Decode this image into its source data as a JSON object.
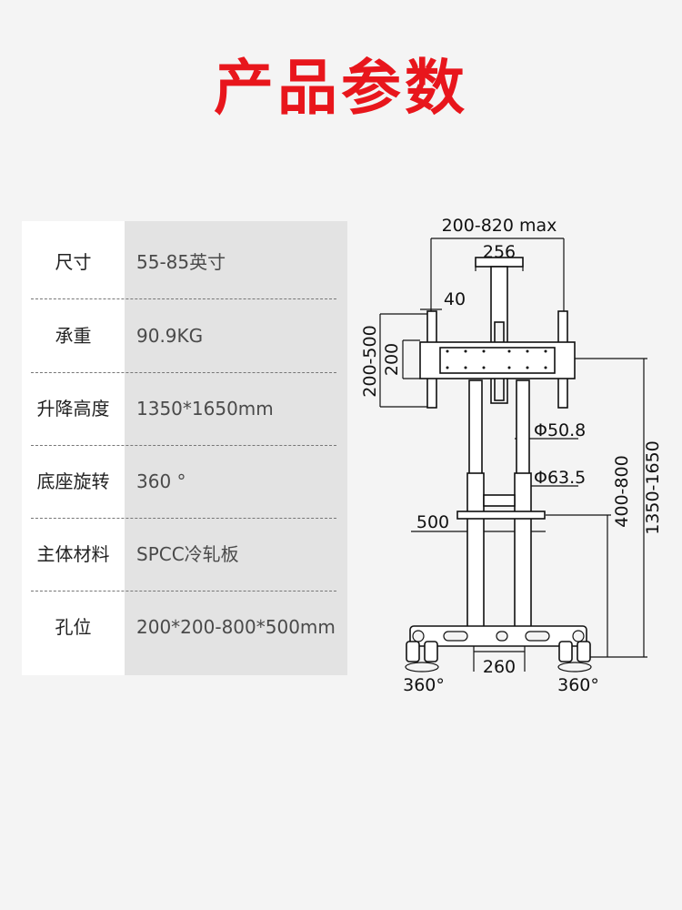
{
  "header": {
    "title": "产品参数"
  },
  "specs": [
    {
      "label": "尺寸",
      "value": "55-85英寸"
    },
    {
      "label": "承重",
      "value": "90.9KG"
    },
    {
      "label": "升降高度",
      "value": "1350*1650mm"
    },
    {
      "label": "底座旋转",
      "value": "360 °"
    },
    {
      "label": "主体材料",
      "value": "SPCC冷轧板"
    },
    {
      "label": "孔位",
      "value": "200*200-800*500mm"
    }
  ],
  "diagram": {
    "dims": {
      "width_range": "200-820 max",
      "top_bracket": "256",
      "bracket_offset": "40",
      "height_range": "200-500",
      "height_min": "200",
      "pole_upper": "Φ50.8",
      "pole_lower": "Φ63.5",
      "shelf": "500",
      "lift_range": "400-800",
      "total_height": "1350-1650",
      "base_spacing": "260",
      "rotate_left": "360°",
      "rotate_right": "360°"
    }
  }
}
